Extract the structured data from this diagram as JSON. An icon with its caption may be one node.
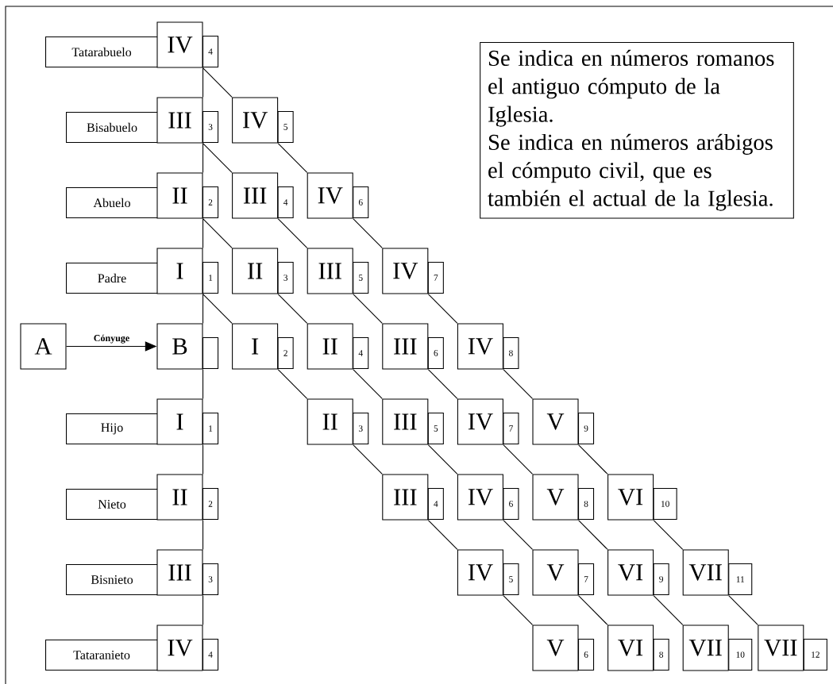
{
  "diagram": {
    "nodes": [
      {
        "text": [
          "Tatarabuelo",
          "IV",
          "4"
        ]
      },
      {
        "text": [
          "Se indica en números romanos el antiguo cómputo de la Iglesia.",
          "Se indica en números arábigos el cómputo civil, que es también el actual de la Iglesia."
        ]
      },
      {
        "text": [
          "Bisabuelo",
          "III",
          "3"
        ]
      },
      {
        "text": [
          "IV",
          "5"
        ]
      },
      {
        "text": [
          "Abuelo",
          "II",
          "2"
        ]
      },
      {
        "text": [
          "III",
          "4"
        ]
      },
      {
        "text": [
          "IV",
          "6"
        ]
      },
      {
        "text": [
          "Padre",
          "I",
          "1"
        ]
      },
      {
        "text": [
          "II",
          "3"
        ]
      },
      {
        "text": [
          "III",
          "5"
        ]
      },
      {
        "text": [
          "IV",
          "7"
        ]
      },
      {
        "text": [
          "A"
        ]
      },
      {
        "text": [
          "B"
        ]
      },
      {
        "text": [
          "I",
          "2"
        ]
      },
      {
        "text": [
          "II",
          "4"
        ]
      },
      {
        "text": [
          "III",
          "6"
        ]
      },
      {
        "text": [
          "IV",
          "8"
        ]
      },
      {
        "text": [
          "Hijo",
          "I",
          "1"
        ]
      },
      {
        "text": [
          "II",
          "3"
        ]
      },
      {
        "text": [
          "III",
          "5"
        ]
      },
      {
        "text": [
          "IV",
          "7"
        ]
      },
      {
        "text": [
          "V",
          "9"
        ]
      },
      {
        "text": [
          "Nieto",
          "II",
          "2"
        ]
      },
      {
        "text": [
          "III",
          "4"
        ]
      },
      {
        "text": [
          "IV",
          "6"
        ]
      },
      {
        "text": [
          "V",
          "8"
        ]
      },
      {
        "text": [
          "VI",
          "10"
        ]
      },
      {
        "text": [
          "Bisnieto",
          "III",
          "3"
        ]
      },
      {
        "text": [
          "IV",
          "5"
        ]
      },
      {
        "text": [
          "V",
          "7"
        ]
      },
      {
        "text": [
          "VI",
          "9"
        ]
      },
      {
        "text": [
          "VII",
          "11"
        ]
      },
      {
        "text": [
          "Tataranieto",
          "IV",
          "4"
        ]
      },
      {
        "text": [
          "V",
          "6"
        ]
      },
      {
        "text": [
          "VI",
          "8"
        ]
      },
      {
        "text": [
          "VII",
          "10"
        ]
      },
      {
        "text": [
          "VII",
          "12"
        ]
      }
    ],
    "edges": [
      {
        "from": 0,
        "to": 2,
        "arrow": "none"
      },
      {
        "from": 2,
        "to": 4,
        "arrow": "none"
      },
      {
        "from": 4,
        "to": 7,
        "arrow": "none"
      },
      {
        "from": 7,
        "to": 12,
        "arrow": "none"
      },
      {
        "from": 12,
        "to": 17,
        "arrow": "none"
      },
      {
        "from": 17,
        "to": 22,
        "arrow": "none"
      },
      {
        "from": 22,
        "to": 27,
        "arrow": "none"
      },
      {
        "from": 27,
        "to": 32,
        "arrow": "none"
      },
      {
        "from": 11,
        "to": 12,
        "arrow": "to",
        "label": "Cónyuge"
      },
      {
        "from": 0,
        "to": 3,
        "arrow": "none"
      },
      {
        "from": 2,
        "to": 5,
        "arrow": "none"
      },
      {
        "from": 3,
        "to": 6,
        "arrow": "none"
      },
      {
        "from": 4,
        "to": 8,
        "arrow": "none"
      },
      {
        "from": 5,
        "to": 9,
        "arrow": "none"
      },
      {
        "from": 6,
        "to": 10,
        "arrow": "none"
      },
      {
        "from": 7,
        "to": 13,
        "arrow": "none"
      },
      {
        "from": 8,
        "to": 14,
        "arrow": "none"
      },
      {
        "from": 9,
        "to": 15,
        "arrow": "none"
      },
      {
        "from": 10,
        "to": 16,
        "arrow": "none"
      },
      {
        "from": 13,
        "to": 18,
        "arrow": "none"
      },
      {
        "from": 14,
        "to": 19,
        "arrow": "none"
      },
      {
        "from": 15,
        "to": 20,
        "arrow": "none"
      },
      {
        "from": 16,
        "to": 21,
        "arrow": "none"
      },
      {
        "from": 18,
        "to": 23,
        "arrow": "none"
      },
      {
        "from": 19,
        "to": 24,
        "arrow": "none"
      },
      {
        "from": 20,
        "to": 25,
        "arrow": "none"
      },
      {
        "from": 21,
        "to": 26,
        "arrow": "none"
      },
      {
        "from": 23,
        "to": 28,
        "arrow": "none"
      },
      {
        "from": 24,
        "to": 29,
        "arrow": "none"
      },
      {
        "from": 25,
        "to": 30,
        "arrow": "none"
      },
      {
        "from": 26,
        "to": 31,
        "arrow": "none"
      },
      {
        "from": 28,
        "to": 33,
        "arrow": "none"
      },
      {
        "from": 29,
        "to": 34,
        "arrow": "none"
      },
      {
        "from": 30,
        "to": 35,
        "arrow": "none"
      },
      {
        "from": 31,
        "to": 36,
        "arrow": "none"
      }
    ]
  }
}
